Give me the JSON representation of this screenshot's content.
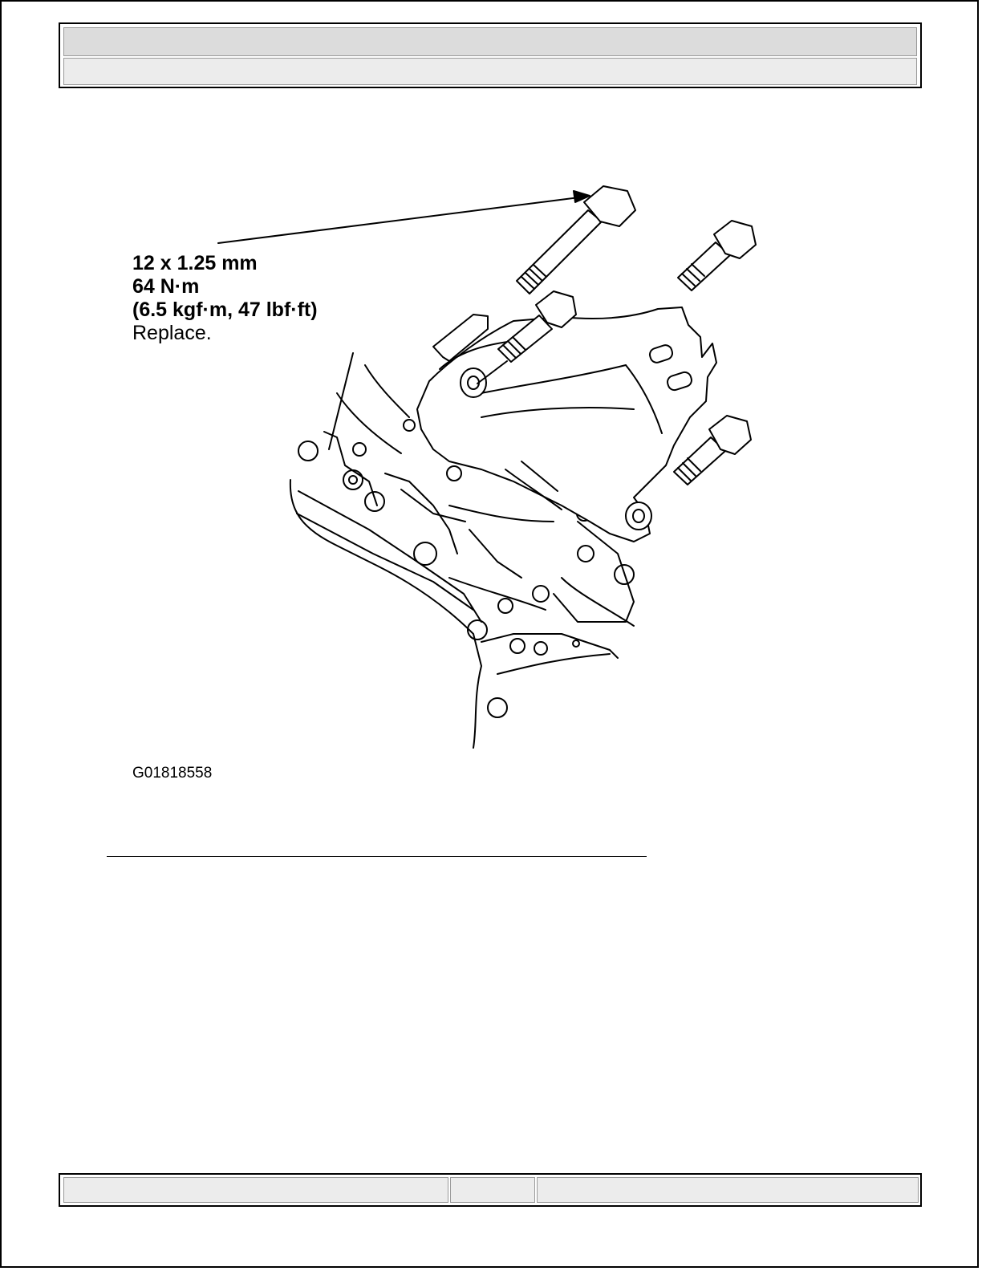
{
  "header": {
    "row1_text": "",
    "row2_text": ""
  },
  "figure": {
    "callout": {
      "size": "12 x 1.25 mm",
      "torque_nm": "64 N·m",
      "torque_alt": "(6.5 kgf·m, 47 lbf·ft)",
      "instruction": "Replace."
    },
    "figure_id": "G01818558"
  },
  "footer": {
    "cells": [
      "",
      "",
      ""
    ]
  }
}
